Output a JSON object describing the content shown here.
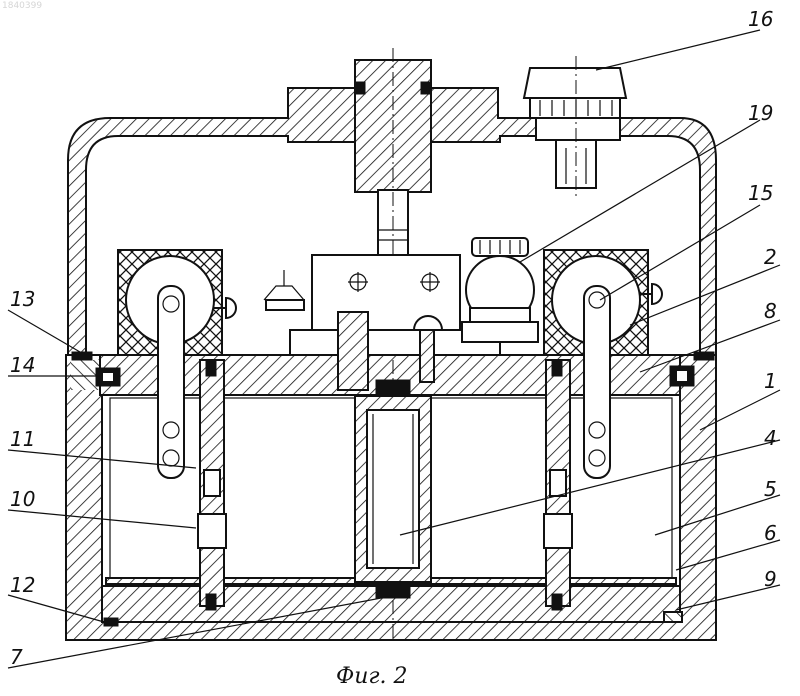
{
  "watermark": "1840399",
  "caption": "Фиг. 2",
  "labels": [
    "16",
    "19",
    "15",
    "2",
    "8",
    "1",
    "4",
    "5",
    "6",
    "9",
    "13",
    "14",
    "11",
    "10",
    "12",
    "7"
  ]
}
